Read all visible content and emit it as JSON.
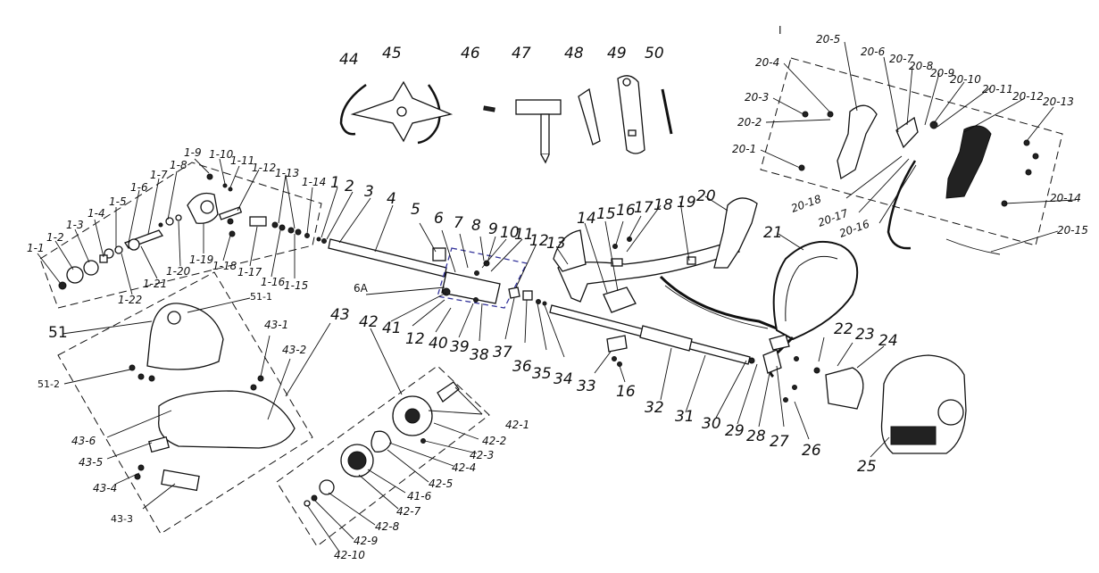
{
  "header_mark": "I",
  "labels": {
    "p1": "1",
    "p2": "2",
    "p3": "3",
    "p4": "4",
    "p5": "5",
    "p6": "6",
    "p6A": "6A",
    "p7": "7",
    "p8": "8",
    "p9": "9",
    "p10": "10",
    "p11": "11",
    "p12a": "12",
    "p12b": "12",
    "p13": "13",
    "p14": "14",
    "p15": "15",
    "p16a": "16",
    "p16b": "16",
    "p17": "17",
    "p18": "18",
    "p19": "19",
    "p20": "20",
    "p21": "21",
    "p22": "22",
    "p23": "23",
    "p24": "24",
    "p25": "25",
    "p26": "26",
    "p27": "27",
    "p28": "28",
    "p29": "29",
    "p30": "30",
    "p31": "31",
    "p32": "32",
    "p33": "33",
    "p34": "34",
    "p35": "35",
    "p36": "36",
    "p37": "37",
    "p38": "38",
    "p39": "39",
    "p40": "40",
    "p41": "41",
    "p42": "42",
    "p43": "43",
    "p44": "44",
    "p45": "45",
    "p46": "46",
    "p47": "47",
    "p48": "48",
    "p49": "49",
    "p50": "50",
    "p51": "51",
    "p1_1": "1-1",
    "p1_2": "1-2",
    "p1_3": "1-3",
    "p1_4": "1-4",
    "p1_5": "1-5",
    "p1_6": "1-6",
    "p1_7": "1-7",
    "p1_8": "1-8",
    "p1_9": "1-9",
    "p1_10": "1-10",
    "p1_11": "1-11",
    "p1_12": "1-12",
    "p1_13": "1-13",
    "p1_14": "1-14",
    "p1_15": "1-15",
    "p1_16": "1-16",
    "p1_17": "1-17",
    "p1_18": "1-18",
    "p1_19": "1-19",
    "p1_20": "1-20",
    "p1_21": "1-21",
    "p1_22": "1-22",
    "p20_1": "20-1",
    "p20_2": "20-2",
    "p20_3": "20-3",
    "p20_4": "20-4",
    "p20_5": "20-5",
    "p20_6": "20-6",
    "p20_7": "20-7",
    "p20_8": "20-8",
    "p20_9": "20-9",
    "p20_10": "20-10",
    "p20_11": "20-11",
    "p20_12": "20-12",
    "p20_13": "20-13",
    "p20_14": "20-14",
    "p20_15": "20-15",
    "p20_16": "20-16",
    "p20_17": "20-17",
    "p20_18": "20-18",
    "p42_1": "42-1",
    "p42_2": "42-2",
    "p42_3": "42-3",
    "p42_4": "42-4",
    "p42_5": "42-5",
    "p41_6": "41-6",
    "p42_7": "42-7",
    "p42_8": "42-8",
    "p42_9": "42-9",
    "p42_10": "42-10",
    "p43_1": "43-1",
    "p43_2": "43-2",
    "p43_3": "43-3",
    "p43_4": "43-4",
    "p43_5": "43-5",
    "p43_6": "43-6",
    "p51_1": "51-1",
    "p51_2": "51-2"
  }
}
